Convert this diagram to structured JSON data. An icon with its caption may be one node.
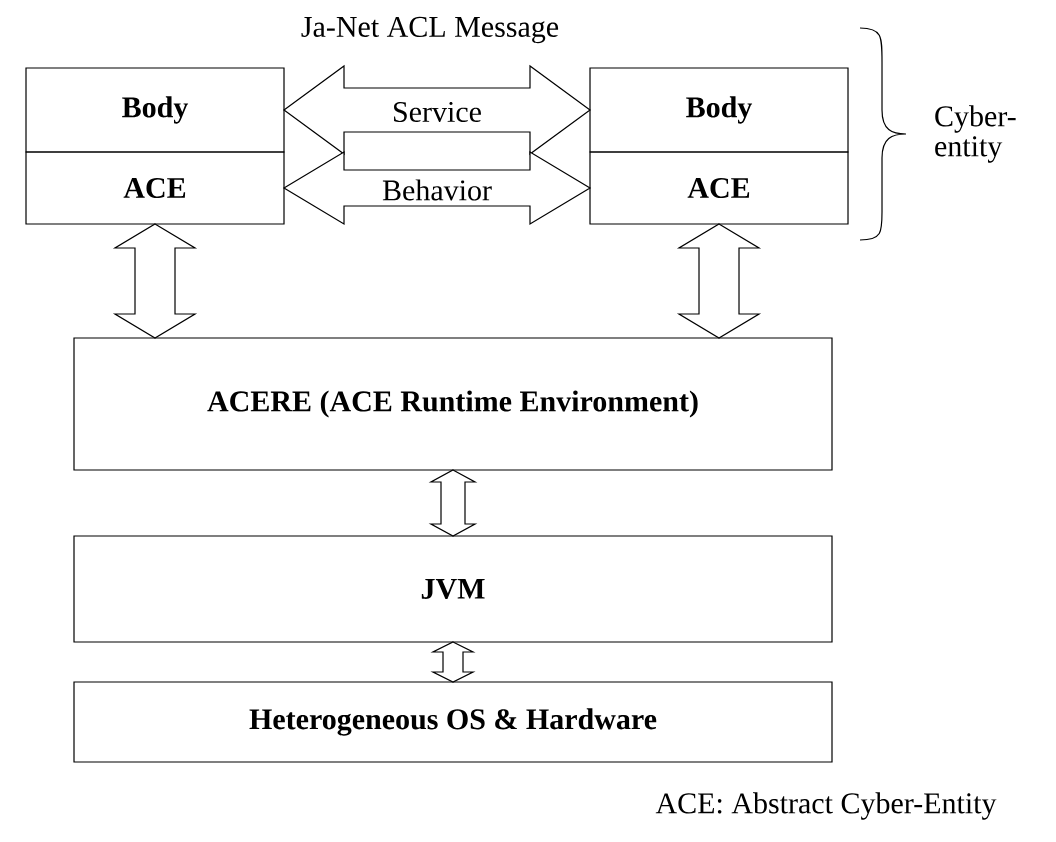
{
  "diagram": {
    "nodes": [
      {
        "text": [
          "Body"
        ]
      },
      {
        "text": [
          "ACE"
        ]
      },
      {
        "text": [
          "Body"
        ]
      },
      {
        "text": [
          "ACE"
        ]
      },
      {
        "text": [
          "ACERE (ACE Runtime Environment)"
        ]
      },
      {
        "text": [
          "JVM"
        ]
      },
      {
        "text": [
          "Heterogeneous OS & Hardware"
        ]
      }
    ],
    "edges": [
      {
        "from": 0,
        "to": 2,
        "arrow": "both",
        "label": "Service"
      },
      {
        "from": 1,
        "to": 3,
        "arrow": "both",
        "label": "Behavior"
      },
      {
        "from": 1,
        "to": 4,
        "arrow": "both"
      },
      {
        "from": 3,
        "to": 4,
        "arrow": "both"
      },
      {
        "from": 4,
        "to": 5,
        "arrow": "both"
      },
      {
        "from": 5,
        "to": 6,
        "arrow": "both"
      }
    ],
    "labels": [
      "Ja-Net ACL Message",
      "Cyber- entity",
      "ACE: Abstract Cyber-Entity"
    ]
  }
}
